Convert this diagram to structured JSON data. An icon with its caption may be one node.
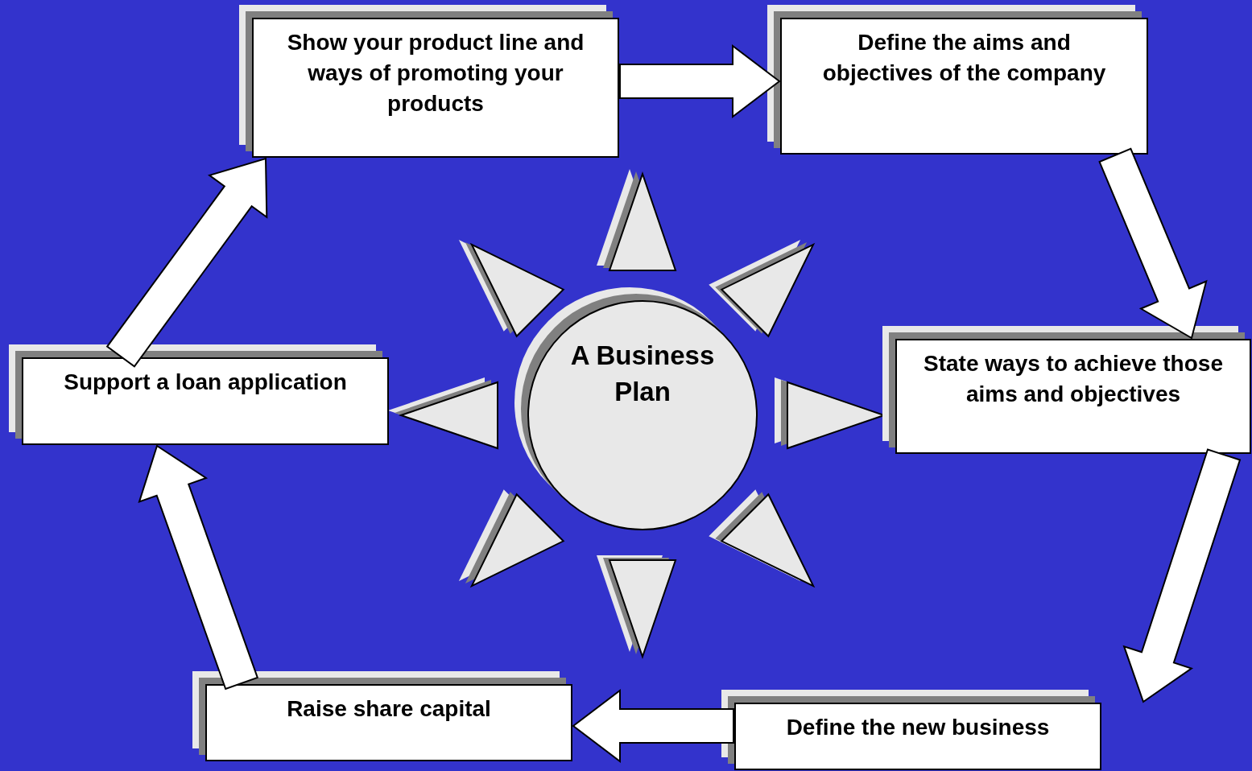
{
  "diagram": {
    "nodes": [
      {
        "text": [
          "Show your product line and ways of promoting your products"
        ]
      },
      {
        "text": [
          "Define the aims and objectives of the company"
        ]
      },
      {
        "text": [
          "State ways to achieve those aims and objectives"
        ]
      },
      {
        "text": [
          "Define the new business"
        ]
      },
      {
        "text": [
          "Raise share capital"
        ]
      },
      {
        "text": [
          "Support a loan application"
        ]
      },
      {
        "text": [
          "A Business Plan"
        ]
      }
    ],
    "edges": [
      {
        "from": 0,
        "to": 1,
        "arrow": "to"
      },
      {
        "from": 1,
        "to": 2,
        "arrow": "to"
      },
      {
        "from": 2,
        "to": 3,
        "arrow": "to"
      },
      {
        "from": 3,
        "to": 4,
        "arrow": "to"
      },
      {
        "from": 4,
        "to": 5,
        "arrow": "to"
      },
      {
        "from": 5,
        "to": 0,
        "arrow": "to"
      }
    ]
  }
}
